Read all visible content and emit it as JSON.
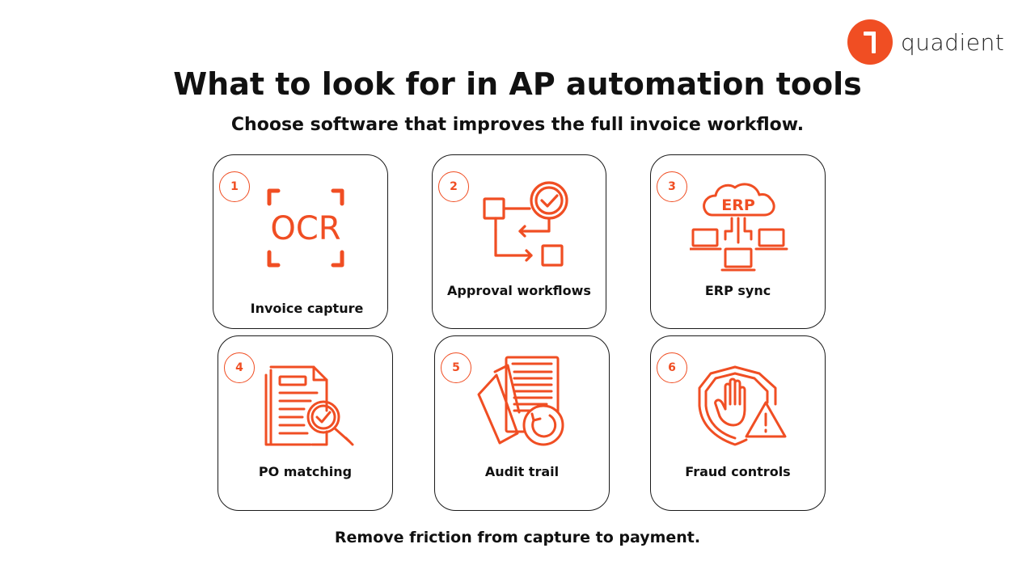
{
  "brand": {
    "name": "quadient",
    "color": "#f04e23"
  },
  "header": {
    "title": "What to look for in AP automation tools",
    "subtitle": "Choose software that improves the full invoice workflow."
  },
  "cards": [
    {
      "number": "1",
      "label": "Invoice capture",
      "icon": "ocr-scan-icon",
      "icon_text": "OCR"
    },
    {
      "number": "2",
      "label": "Approval workflows",
      "icon": "workflow-checkmark-icon"
    },
    {
      "number": "3",
      "label": "ERP sync",
      "icon": "erp-cloud-network-icon",
      "icon_text": "ERP"
    },
    {
      "number": "4",
      "label": "PO matching",
      "icon": "document-magnifier-check-icon"
    },
    {
      "number": "5",
      "label": "Audit trail",
      "icon": "documents-history-icon"
    },
    {
      "number": "6",
      "label": "Fraud controls",
      "icon": "shield-hand-warning-icon"
    }
  ],
  "footer": {
    "text": "Remove friction from capture to payment."
  }
}
